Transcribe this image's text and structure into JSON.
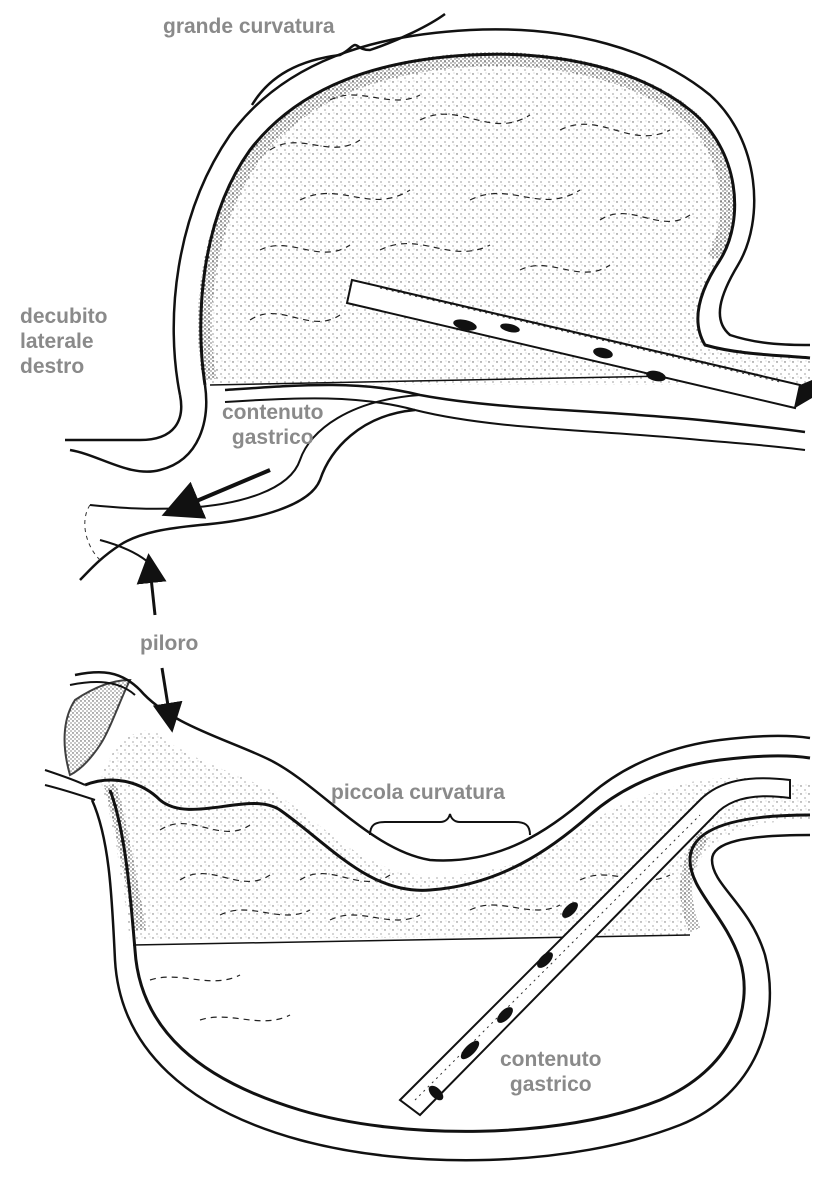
{
  "labels": {
    "grande_curvatura": "grande curvatura",
    "decubito": [
      "decubito",
      "laterale",
      "destro"
    ],
    "contenuto_top": [
      "contenuto",
      "gastrico"
    ],
    "piloro": "piloro",
    "piccola_curvatura": "piccola curvatura",
    "contenuto_bottom": [
      "contenuto",
      "gastrico"
    ]
  },
  "colors": {
    "label": "#8a8a8a",
    "ink": "#111111"
  }
}
